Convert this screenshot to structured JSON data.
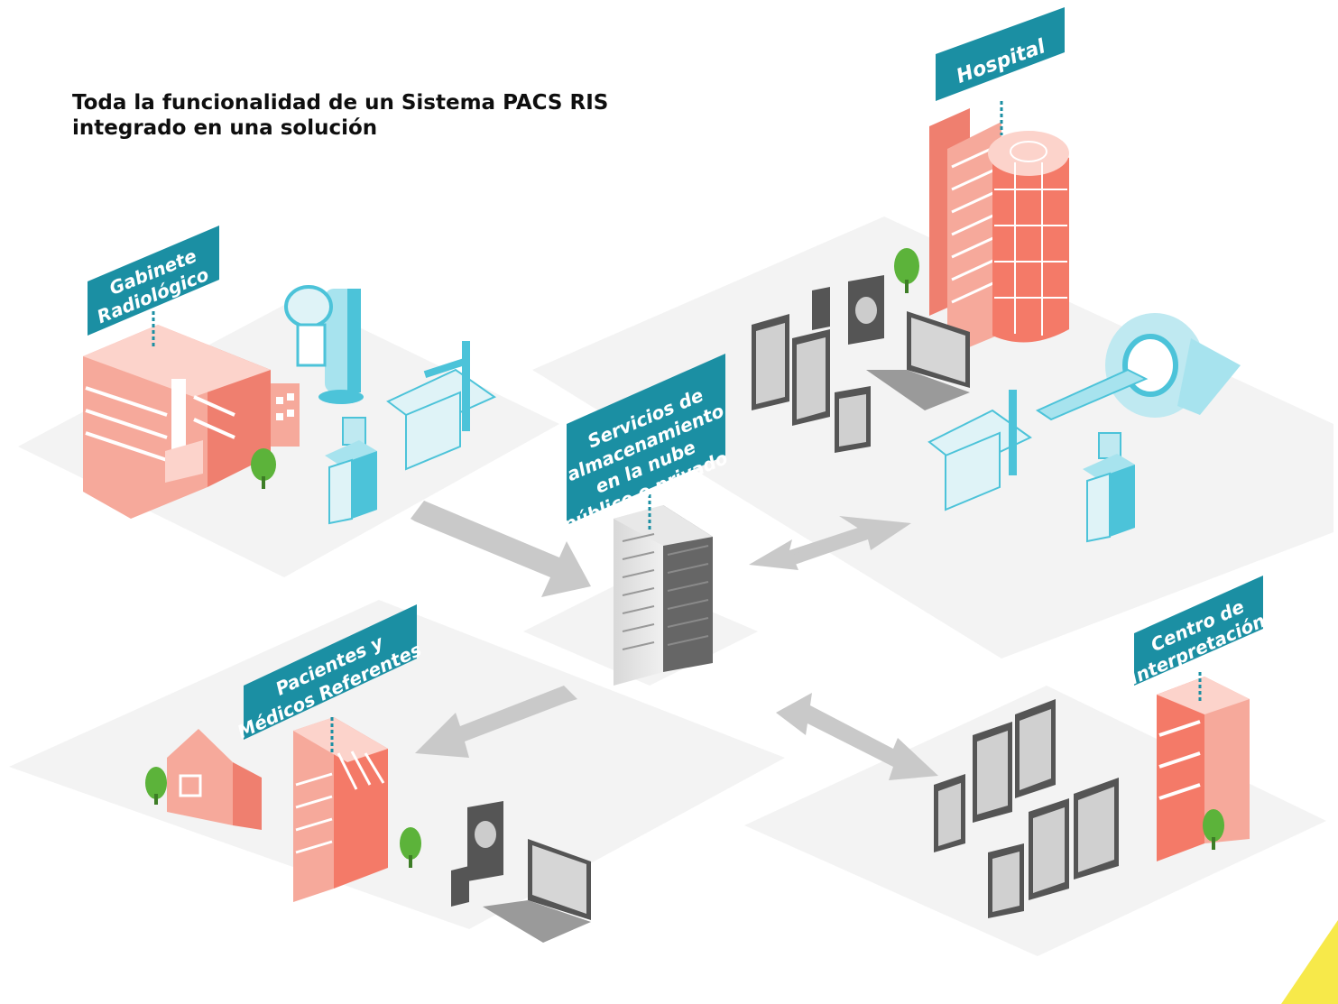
{
  "headline": {
    "line1": "Toda la funcionalidad de un Sistema PACS RIS",
    "line2": "integrado en una solución"
  },
  "nodes": {
    "hospital": {
      "label": "Hospital"
    },
    "gabinete": {
      "line1": "Gabinete",
      "line2": "Radiológico"
    },
    "cloud": {
      "line1": "Servicios de",
      "line2": "almacenamiento",
      "line3": "en la nube",
      "line4": "público o privado"
    },
    "pacientes": {
      "line1": "Pacientes y",
      "line2": "Médicos Referentes"
    },
    "centro": {
      "line1": "Centro de",
      "line2": "Interpretación"
    }
  },
  "colors": {
    "label_bg": "#1b8fa3",
    "building": "#f6a99b",
    "building_dark": "#ef7f6f",
    "equipment": "#4cc3d9",
    "arrow": "#c9c9c9",
    "platform": "#f3f3f3",
    "tree": "#5cb33a",
    "accent": "#f7e94a"
  },
  "icons": [
    "hospital-building",
    "ct-scanner",
    "xray-table",
    "ultrasound-cart",
    "mammography-unit",
    "monitor",
    "laptop",
    "tablet",
    "server-rack",
    "house",
    "office-building",
    "tree"
  ]
}
